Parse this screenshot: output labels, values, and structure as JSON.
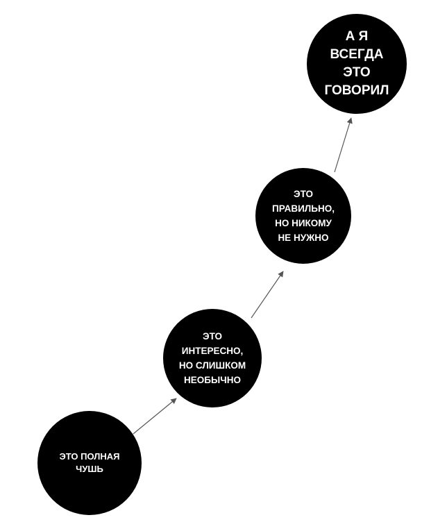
{
  "stages": [
    {
      "label": "ЭТО ПОЛНАЯ\nЧУШЬ"
    },
    {
      "label": "ЭТО\nИНТЕРЕСНО,\nНО СЛИШКОМ\nНЕОБЫЧНО"
    },
    {
      "label": "ЭТО\nПРАВИЛЬНО,\nНО НИКОМУ\nНЕ НУЖНО"
    },
    {
      "label": "А Я\nВСЕГДА\nЭТО\nГОВОРИЛ"
    }
  ],
  "colors": {
    "circle": "#000000",
    "text": "#ffffff",
    "arrow": "#555555"
  }
}
